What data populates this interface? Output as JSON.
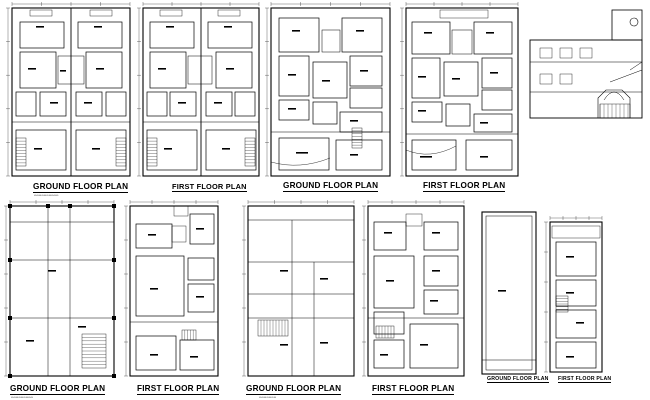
{
  "labels": {
    "p1": "GROUND FLOOR PLAN",
    "p2": "FIRST FLOOR PLAN",
    "p3": "GROUND FLOOR PLAN",
    "p4": "FIRST FLOOR PLAN",
    "p5": "GROUND FLOOR PLAN",
    "p6": "FIRST FLOOR PLAN",
    "p7": "GROUND FLOOR PLAN",
    "p8": "FIRST FLOOR PLAN",
    "p9": "GROUND FLOOR PLAN",
    "p10": "FIRST FLOOR PLAN"
  },
  "colors": {
    "line": "#000000",
    "hatch": "#444444",
    "background": "#ffffff"
  }
}
